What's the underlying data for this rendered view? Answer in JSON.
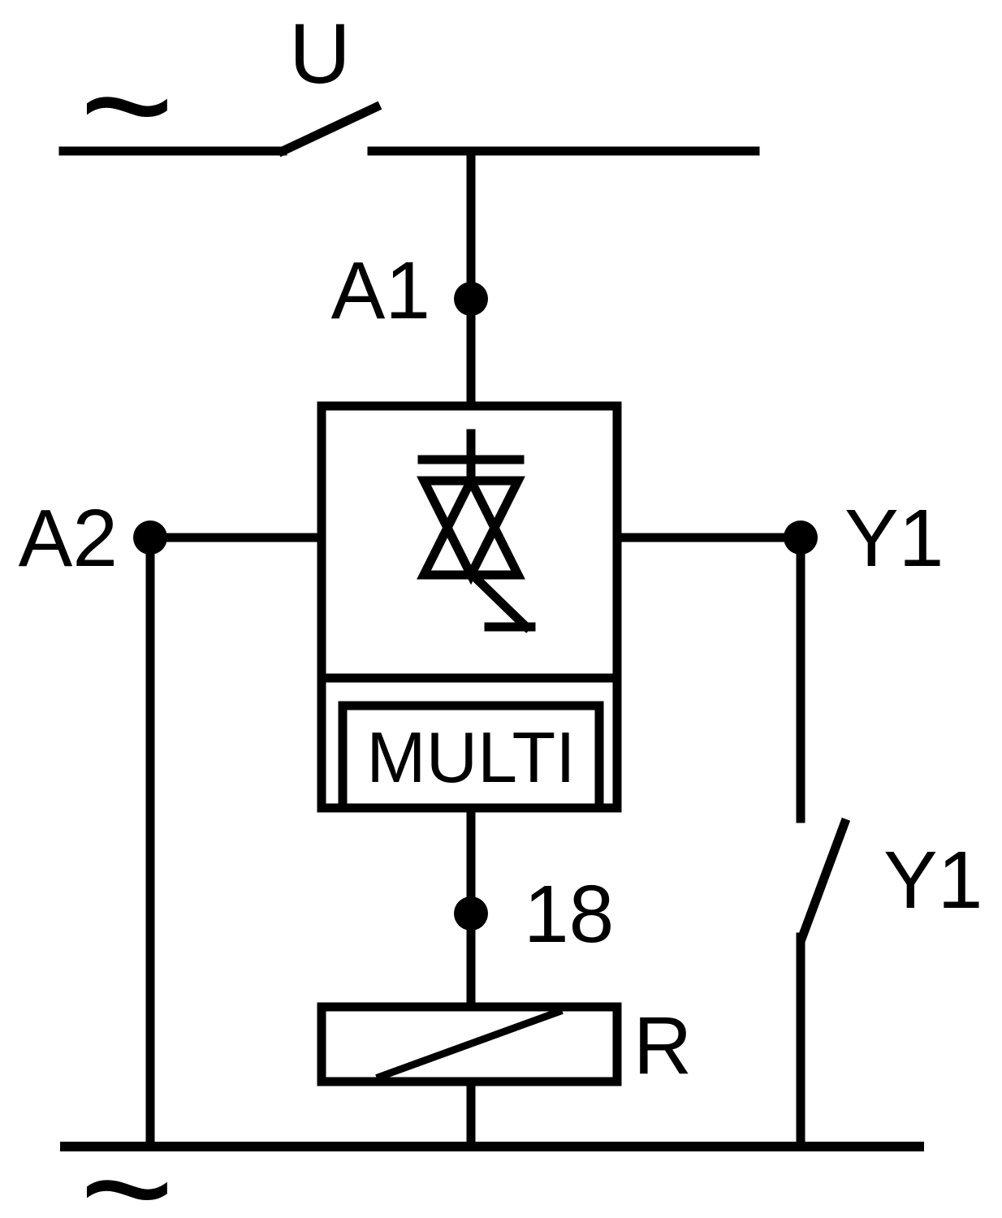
{
  "diagram": {
    "labels": {
      "supply": "U",
      "ac_top": "~",
      "ac_bottom": "~",
      "terminal_a1": "A1",
      "terminal_a2": "A2",
      "terminal_y1": "Y1",
      "function": "MULTI",
      "terminal_18": "18",
      "relay": "R",
      "switch_y1": "Y1"
    },
    "colors": {
      "stroke": "#000000",
      "background": "#ffffff"
    }
  }
}
